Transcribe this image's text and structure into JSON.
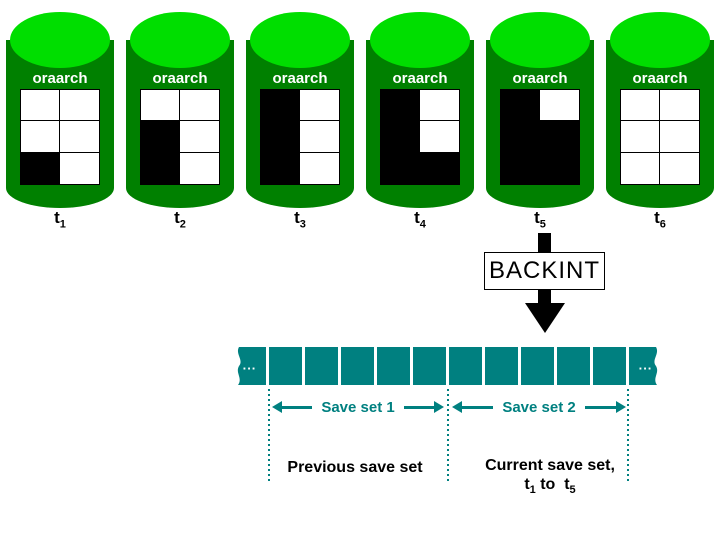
{
  "colors": {
    "cylinder_top": "#00DE00",
    "cylinder_body": "#008000",
    "teal": "#008080",
    "fill_black": "#000000"
  },
  "cylinders": {
    "volume_label": "oraarch",
    "items": [
      {
        "time_base": "t",
        "time_sub": "1",
        "cells": [
          [
            0,
            0
          ],
          [
            0,
            0
          ],
          [
            1,
            0
          ]
        ]
      },
      {
        "time_base": "t",
        "time_sub": "2",
        "cells": [
          [
            0,
            0
          ],
          [
            1,
            0
          ],
          [
            1,
            0
          ]
        ]
      },
      {
        "time_base": "t",
        "time_sub": "3",
        "cells": [
          [
            1,
            0
          ],
          [
            1,
            0
          ],
          [
            1,
            0
          ]
        ]
      },
      {
        "time_base": "t",
        "time_sub": "4",
        "cells": [
          [
            1,
            0
          ],
          [
            1,
            0
          ],
          [
            1,
            1
          ]
        ]
      },
      {
        "time_base": "t",
        "time_sub": "5",
        "cells": [
          [
            1,
            0
          ],
          [
            1,
            1
          ],
          [
            1,
            1
          ]
        ]
      },
      {
        "time_base": "t",
        "time_sub": "6",
        "cells": [
          [
            0,
            0
          ],
          [
            0,
            0
          ],
          [
            0,
            0
          ]
        ]
      }
    ]
  },
  "backint": {
    "label": "BACKINT"
  },
  "tape": {
    "left_ellipsis": "...",
    "right_ellipsis": "...",
    "saveset1_segments": 5,
    "saveset2_segments": 5
  },
  "annotations": {
    "save_set_1": "Save set 1",
    "save_set_2": "Save set 2",
    "previous_save_set": "Previous save set",
    "current_line1": "Current save set,",
    "current_from_base": "t",
    "current_from_sub": "1",
    "current_mid": " to ",
    "current_to_base": "t",
    "current_to_sub": "5"
  }
}
